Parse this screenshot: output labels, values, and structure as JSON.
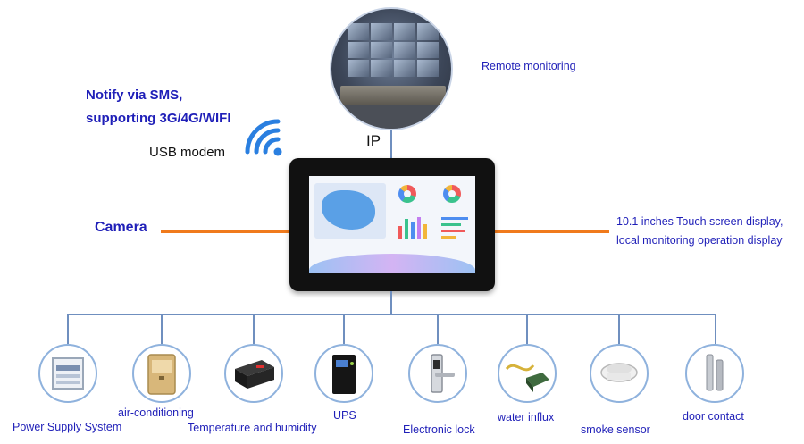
{
  "top": {
    "remote_label": "Remote monitoring",
    "ip_label": "IP",
    "notify_line1": "Notify via SMS,",
    "notify_line2": "supporting 3G/4G/WIFI",
    "usb_label": "USB modem"
  },
  "left": {
    "camera_label": "Camera"
  },
  "right": {
    "display_line1": "10.1 inches Touch screen display,",
    "display_line2": "local monitoring operation display"
  },
  "devices": [
    {
      "label": "Power Supply System",
      "icon": "power-supply-cabinet-icon"
    },
    {
      "label": "air-conditioning",
      "icon": "air-conditioner-icon"
    },
    {
      "label": "Temperature and humidity",
      "icon": "temperature-humidity-sensor-icon"
    },
    {
      "label": "UPS",
      "icon": "ups-icon"
    },
    {
      "label": "Electronic lock",
      "icon": "electronic-lock-icon"
    },
    {
      "label": "water influx",
      "icon": "water-leak-sensor-icon"
    },
    {
      "label": "smoke sensor",
      "icon": "smoke-detector-icon"
    },
    {
      "label": "door contact",
      "icon": "door-contact-icon"
    }
  ],
  "colors": {
    "label_blue": "#1f1fb8",
    "connector_blue": "#6f8fbf",
    "connector_orange": "#f07a1c",
    "wifi_blue": "#2a7fe0"
  }
}
